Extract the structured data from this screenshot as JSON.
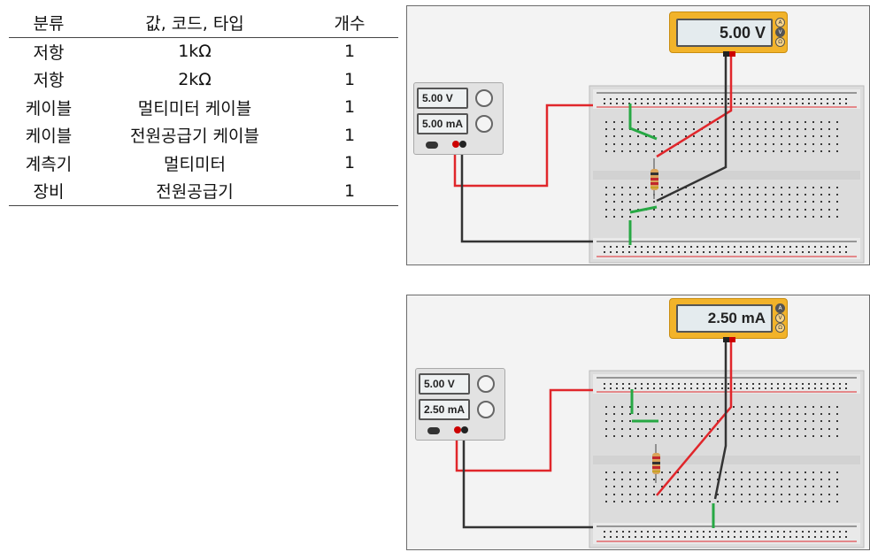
{
  "table": {
    "headers": [
      "분류",
      "값, 코드, 타입",
      "개수"
    ],
    "rows": [
      {
        "category": "저항",
        "value": "1kΩ",
        "count": "1"
      },
      {
        "category": "저항",
        "value": "2kΩ",
        "count": "1"
      },
      {
        "category": "케이블",
        "value": "멀티미터 케이블",
        "count": "1"
      },
      {
        "category": "케이블",
        "value": "전원공급기 케이블",
        "count": "1"
      },
      {
        "category": "계측기",
        "value": "멀티미터",
        "count": "1"
      },
      {
        "category": "장비",
        "value": "전원공급기",
        "count": "1"
      }
    ]
  },
  "sim1": {
    "multimeter_reading": "5.00 V",
    "psu_voltage": "5.00 V",
    "psu_current": "5.00 mA"
  },
  "sim2": {
    "multimeter_reading": "2.50 mA",
    "psu_voltage": "5.00 V",
    "psu_current": "2.50 mA"
  },
  "colors": {
    "wire_red": "#e0262b",
    "wire_black": "#333333",
    "jumper_green": "#27a844",
    "meter_body": "#f2b32a"
  },
  "icons": {
    "meter_knobs": [
      "A",
      "V",
      "Ω"
    ]
  }
}
